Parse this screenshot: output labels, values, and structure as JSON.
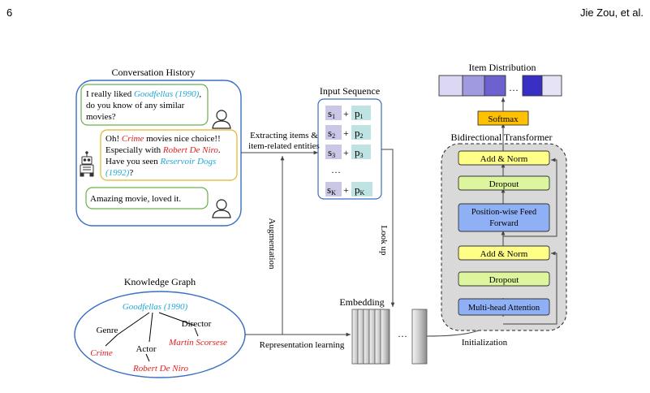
{
  "header": {
    "page_number": "6",
    "authors": "Jie Zou, et al."
  },
  "conversation": {
    "title": "Conversation History",
    "user_msg_1": {
      "line1_pre": "I really liked ",
      "line1_movie": "Goodfellas (1990)",
      "line1_post": ",",
      "line2": "do you know of any similar",
      "line3": "movies?"
    },
    "bot_msg": {
      "line1_pre": "Oh! ",
      "line1_genre": "Crime",
      "line1_post": " movies nice choice!!",
      "line2_pre": "Especially with ",
      "line2_actor": "Robert De Niro",
      "line2_post": ".",
      "line3_pre": "Have you seen ",
      "line3_movie": "Reservoir Dogs",
      "line4_movie": "(1992)",
      "line4_post": "?"
    },
    "user_msg_2": "Amazing movie, loved it."
  },
  "knowledge_graph": {
    "title": "Knowledge Graph",
    "root": "Goodfellas (1990)",
    "relations": [
      "Genre",
      "Actor",
      "Director"
    ],
    "entities": [
      "Crime",
      "Robert De Niro",
      "Martin Scorsese"
    ]
  },
  "input_sequence": {
    "title": "Input Sequence",
    "rows": [
      {
        "s": "s",
        "s_sub": "1",
        "p": "p",
        "p_sub": "1"
      },
      {
        "s": "s",
        "s_sub": "2",
        "p": "p",
        "p_sub": "2"
      },
      {
        "s": "s",
        "s_sub": "3",
        "p": "p",
        "p_sub": "3"
      },
      {
        "s": "s",
        "s_sub": "K",
        "p": "p",
        "p_sub": "K"
      }
    ],
    "plus": "+",
    "ellipsis": "…"
  },
  "arrows": {
    "extracting_line1": "Extracting items &",
    "extracting_line2": "item-related entities",
    "augmentation": "Augmentation",
    "look_up": "Look up",
    "representation_learning": "Representation learning",
    "initialization": "Initialization"
  },
  "embedding": {
    "title": "Embedding",
    "ellipsis": "…"
  },
  "transformer": {
    "title": "Bidirectional  Transformer",
    "blocks": {
      "add_norm_top": "Add & Norm",
      "dropout_top": "Dropout",
      "ffn_line1": "Position-wise Feed",
      "ffn_line2": "Forward",
      "add_norm_bottom": "Add & Norm",
      "dropout_bottom": "Dropout",
      "attention": "Multi-head Attention"
    }
  },
  "output": {
    "softmax": "Softmax",
    "item_distribution": "Item Distribution",
    "ellipsis": "…"
  },
  "colors": {
    "blue_frame": "#3a6fc4",
    "green_bubble": "#6ab04c",
    "yellow_bubble": "#e3b52c",
    "movie_text": "#1fa7d6",
    "entity_text": "#e02020",
    "seq_s_fill": "#c9c6e6",
    "seq_p_fill": "#bfe3e3",
    "block_yellow": "#ffff88",
    "block_green": "#ddf59c",
    "block_blue": "#8fb0f5",
    "softmax": "#ffc000",
    "transformer_bg": "#d9d9d9"
  }
}
